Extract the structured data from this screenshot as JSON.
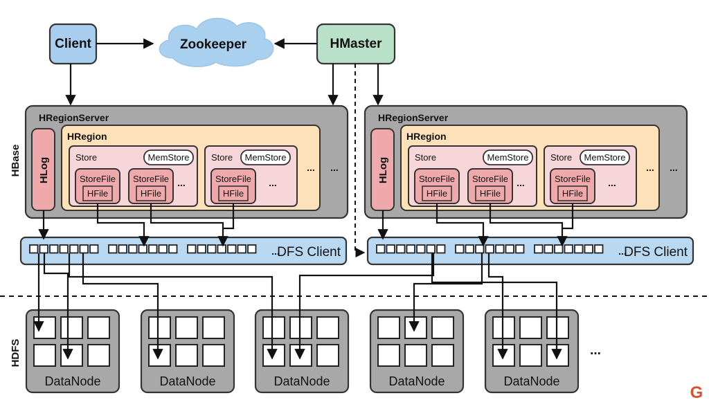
{
  "nodes": {
    "client": "Client",
    "zookeeper": "Zookeeper",
    "hmaster": "HMaster"
  },
  "layers": {
    "hbase": "HBase",
    "hdfs": "HDFS"
  },
  "region_servers": [
    {
      "title": "HRegionServer",
      "hlog": "HLog",
      "region": "HRegion",
      "stores": [
        {
          "label": "Store",
          "memstore": "MemStore",
          "storefiles": [
            "StoreFile",
            "StoreFile"
          ],
          "hfile": "HFile",
          "more": "..."
        },
        {
          "label": "Store",
          "memstore": "MemStore",
          "storefiles": [
            "StoreFile"
          ],
          "hfile": "HFile",
          "more": "..."
        }
      ],
      "more_stores": "...",
      "more_regions": "..."
    },
    {
      "title": "HRegionServer",
      "hlog": "HLog",
      "region": "HRegion",
      "stores": [
        {
          "label": "Store",
          "memstore": "MemStore",
          "storefiles": [
            "StoreFile",
            "StoreFile"
          ],
          "hfile": "HFile",
          "more": "..."
        },
        {
          "label": "Store",
          "memstore": "MemStore",
          "storefiles": [
            "StoreFile"
          ],
          "hfile": "HFile",
          "more": "..."
        }
      ],
      "more_stores": "...",
      "more_regions": "..."
    }
  ],
  "dfs_clients": [
    {
      "label": "DFS Client",
      "more": "..."
    },
    {
      "label": "DFS Client",
      "more": "..."
    }
  ],
  "datanodes": [
    "DataNode",
    "DataNode",
    "DataNode",
    "DataNode",
    "DataNode"
  ],
  "datanodes_more": "...",
  "corner_mark": "G",
  "colors": {
    "client": "#a9cdef",
    "hmaster": "#b9e0c9",
    "cloud": "#a9d0ee",
    "server": "#a8a8a8",
    "region": "#fde2b9",
    "store": "#f6d6d8",
    "storefile": "#efa9ab",
    "dfs": "#b9d8f1",
    "datanode": "#a8a8a8",
    "corner": "#d8502c"
  }
}
